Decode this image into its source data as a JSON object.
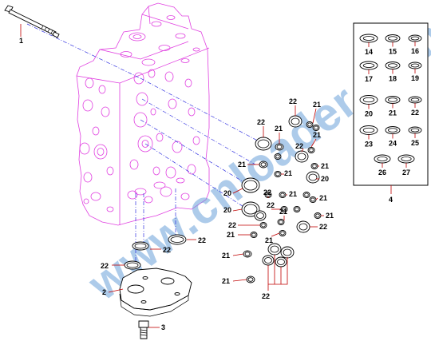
{
  "callouts": {
    "bolt": "1",
    "cover": "2",
    "screw": "3",
    "kit": "4"
  },
  "ring_labels": {
    "r20": "20",
    "r21": "21",
    "r22": "22"
  },
  "kit_items": [
    "14",
    "15",
    "16",
    "17",
    "18",
    "19",
    "20",
    "21",
    "22",
    "23",
    "24",
    "25",
    "26",
    "27"
  ],
  "watermark": "www.cnloader.com",
  "colors": {
    "valve_body": "#e040e0",
    "centerline": "#3030e0",
    "leader": "#c00000",
    "watermark": "#6aa0d8"
  }
}
